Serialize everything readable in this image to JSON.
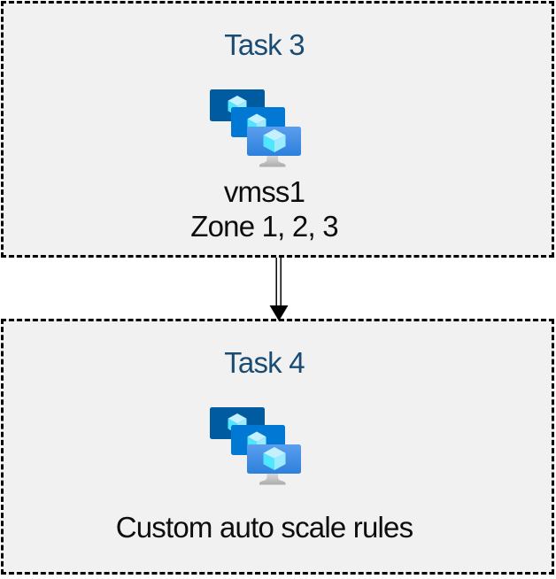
{
  "diagram": {
    "connector": {
      "type": "double-line-arrow",
      "direction": "down"
    },
    "boxes": [
      {
        "title": "Task 3",
        "icon": "vm-scale-sets-icon",
        "lines": [
          "vmss1",
          "Zone 1, 2, 3"
        ]
      },
      {
        "title": "Task 4",
        "icon": "vm-scale-sets-icon",
        "lines": [
          "Custom auto scale rules"
        ]
      }
    ],
    "colors": {
      "page_bg": "#FFFFFF",
      "box_bg": "#F1F1F1",
      "box_border": "#000000",
      "title_text": "#1A4C73",
      "body_text": "#0D0D0D",
      "icon": {
        "monitor_back": "#005BA1",
        "monitor_middle": "#0078D4",
        "monitor_front_top": "#5C9EEE",
        "monitor_front_bottom": "#2C80DC",
        "cube_top": "#C3F1FF",
        "cube_left": "#50E6FF",
        "cube_right": "#9CEBFF",
        "stand_light": "#DCDCDC",
        "stand_dark": "#ABABAB"
      }
    }
  }
}
